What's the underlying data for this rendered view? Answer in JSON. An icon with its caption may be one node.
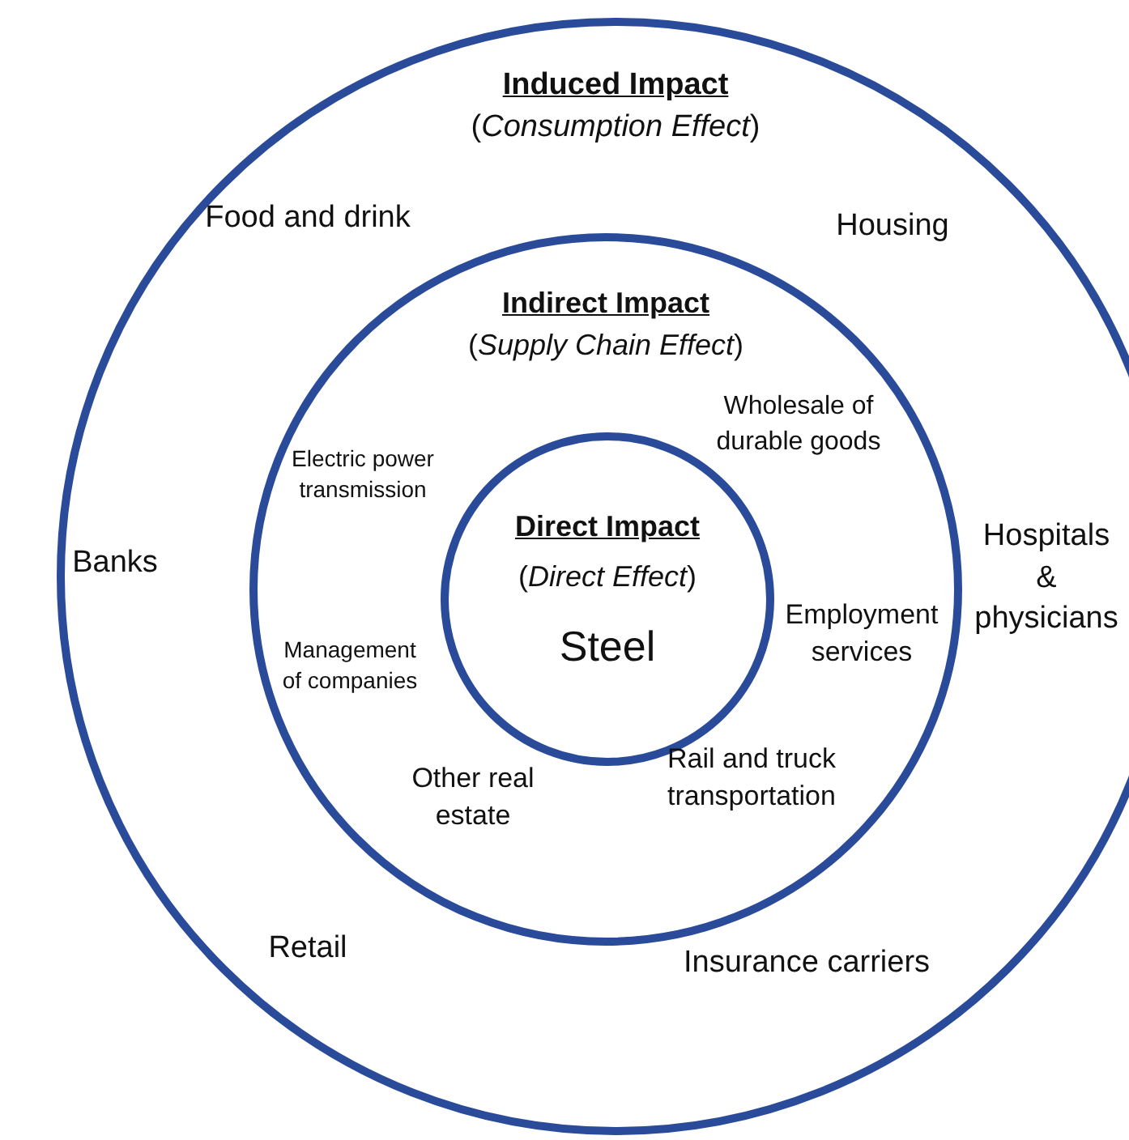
{
  "diagram": {
    "nodes": [
      {
        "text": [
          "Induced Impact",
          "(*Consumption Effect*)"
        ]
      },
      {
        "text": [
          "Indirect Impact",
          "(*Supply Chain Effect*)"
        ],
        "in": 0
      },
      {
        "text": [
          "Direct Impact",
          "(*Direct Effect*)",
          "Steel"
        ],
        "in": 1
      }
    ],
    "edges": [],
    "labels": [
      "Food and drink",
      "Housing",
      "Wholesale of durable goods",
      "Electric power transmission",
      "Banks",
      "Hospitals & physicians",
      "Employment services",
      "Management of companies",
      "Other real estate",
      "Rail and truck transportation",
      "Retail",
      "Insurance carriers"
    ]
  }
}
